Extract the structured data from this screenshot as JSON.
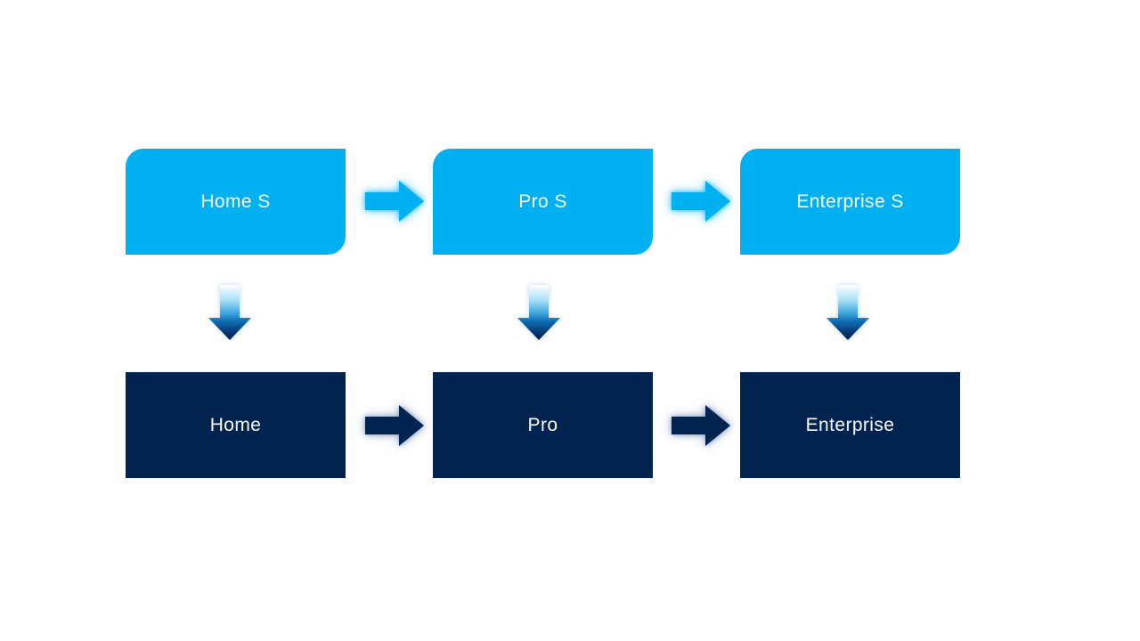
{
  "diagram": {
    "type": "flow",
    "background": "#ffffff",
    "columns": [
      {
        "top": "Home S",
        "bottom": "Home"
      },
      {
        "top": "Pro S",
        "bottom": "Pro"
      },
      {
        "top": "Enterprise S",
        "bottom": "Enterprise"
      }
    ],
    "colors": {
      "top_box": "#00b0f0",
      "bottom_box": "#002350",
      "top_arrow": "#00b0f0",
      "bottom_arrow": "#002350",
      "down_arrow_gradient_top": "#ffffff",
      "down_arrow_gradient_mid": "#41a9e0",
      "down_arrow_gradient_bottom": "#011c45",
      "text": "#ffffff"
    },
    "icons": {
      "right_arrow": "right-arrow-icon",
      "down_arrow": "down-arrow-icon"
    }
  }
}
